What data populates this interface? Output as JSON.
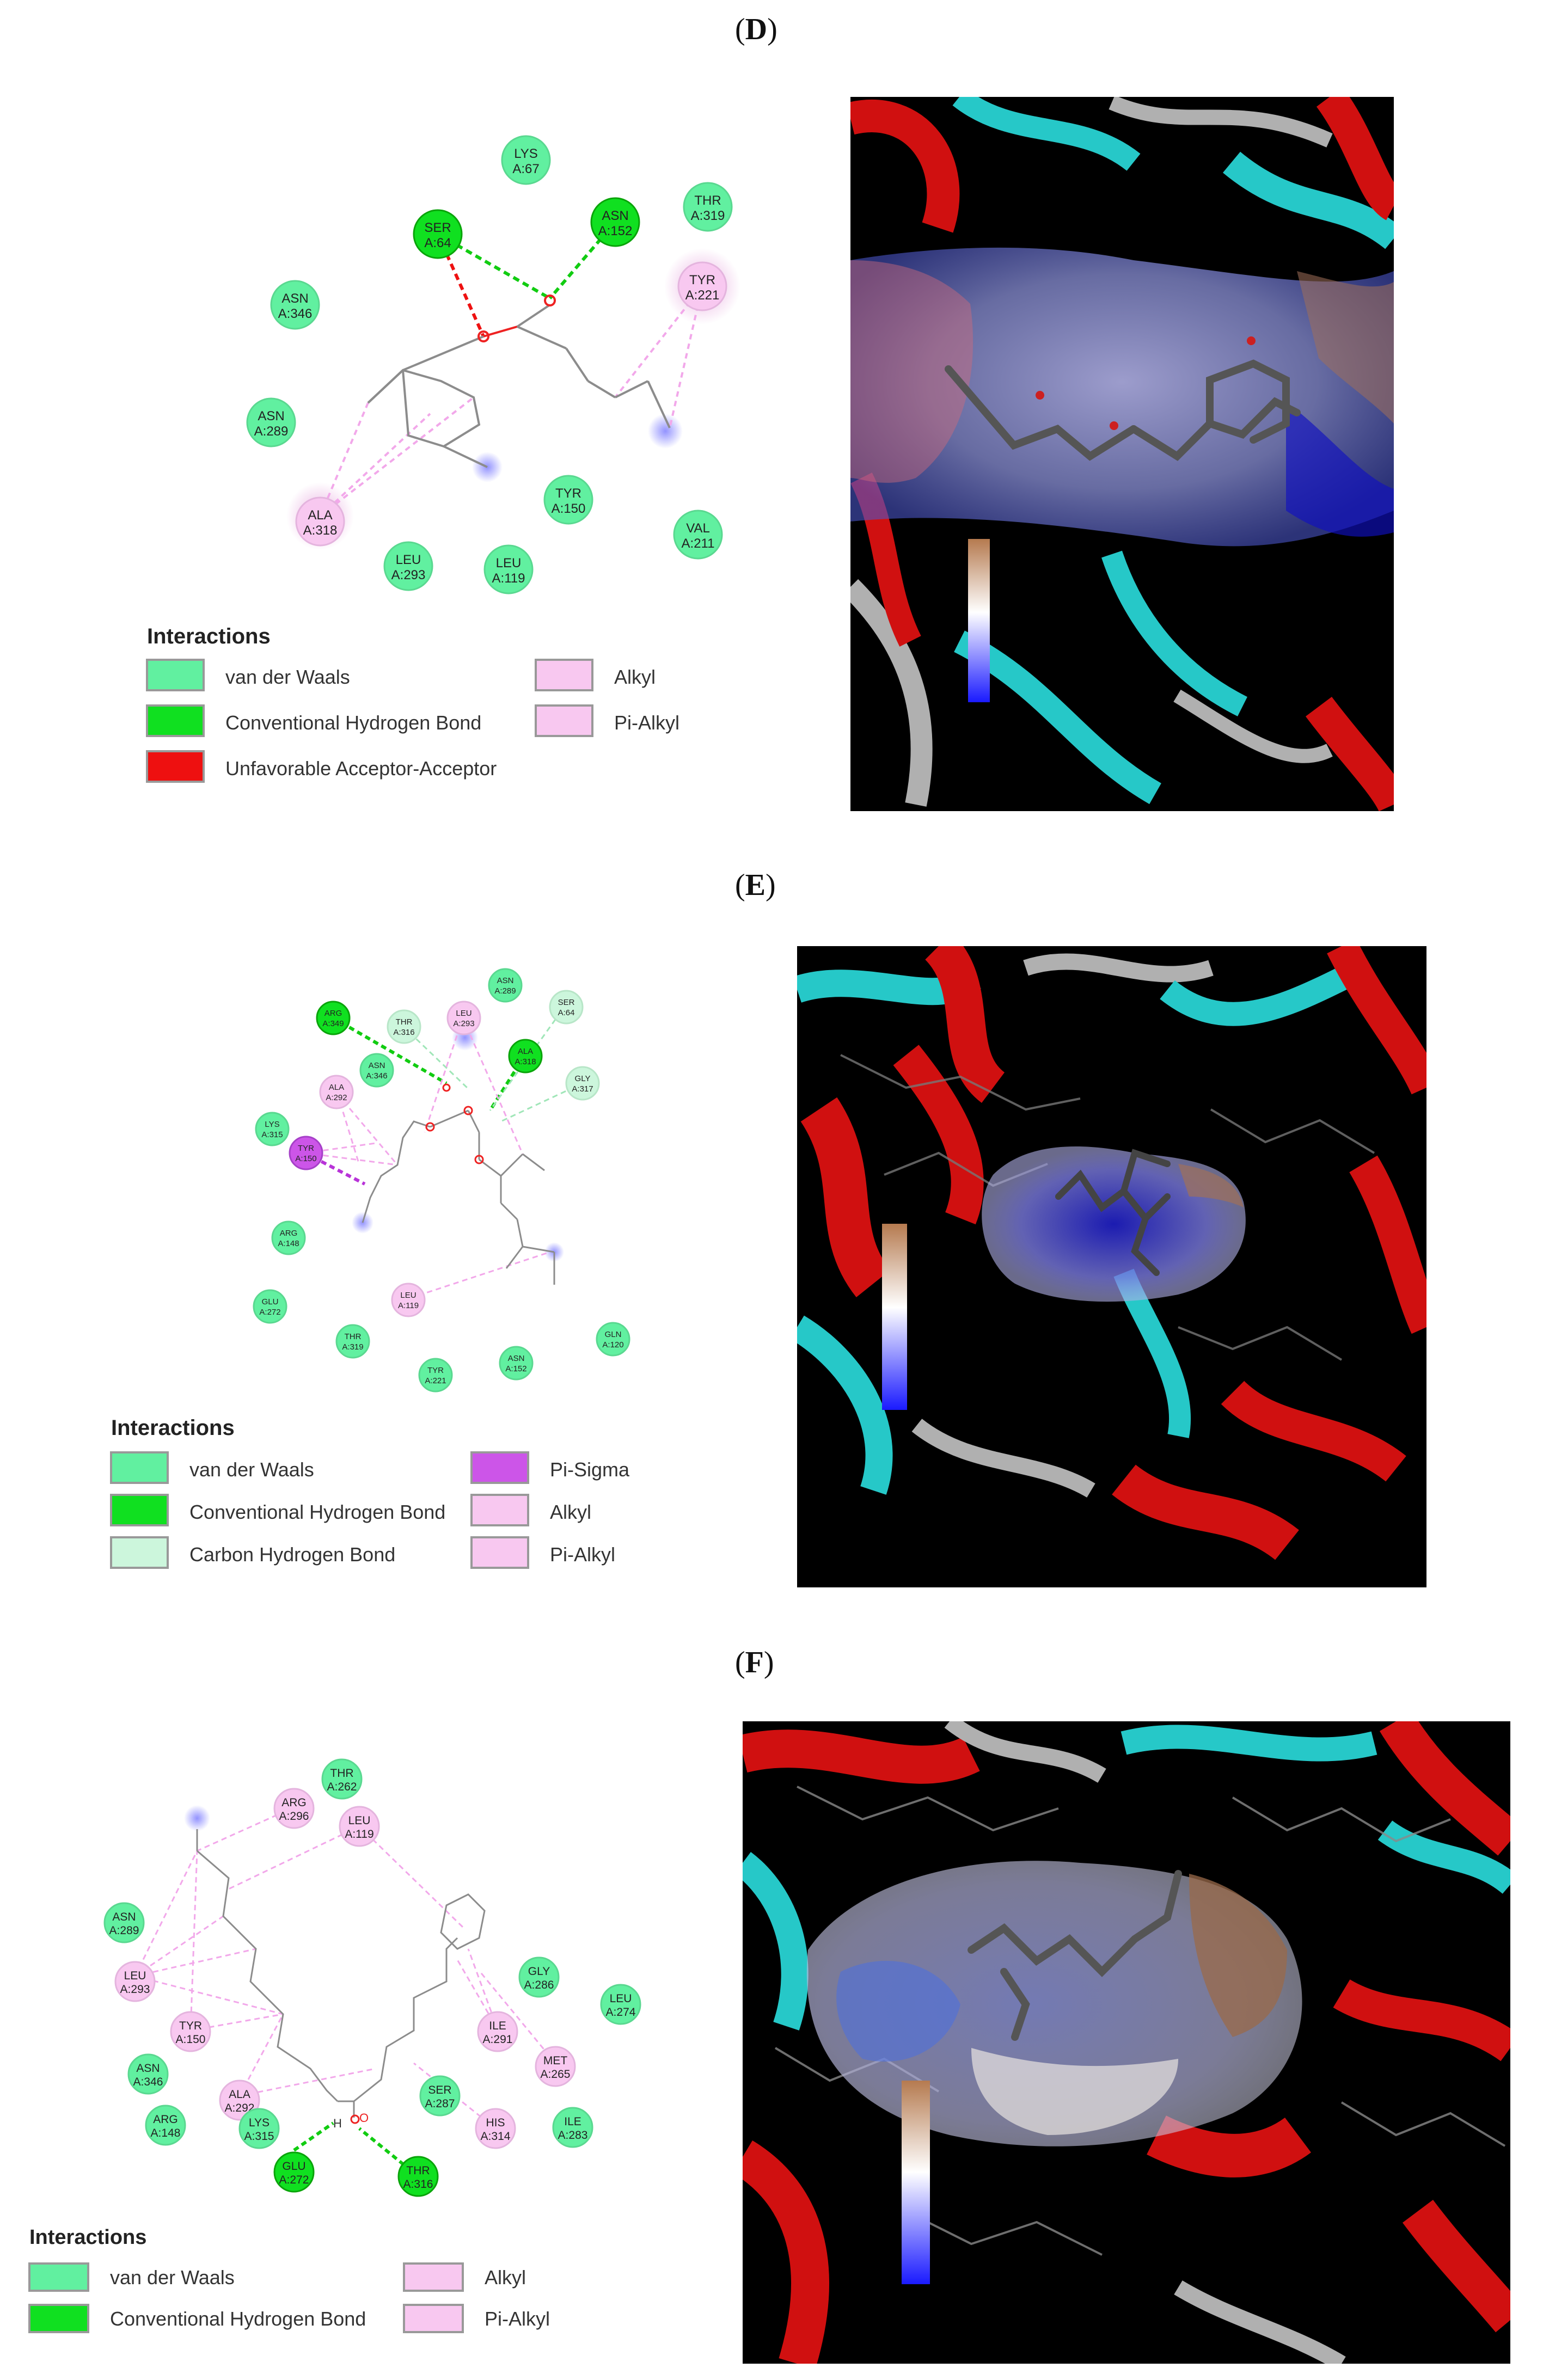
{
  "panels": [
    {
      "label": "D",
      "residues": [
        {
          "name": "LYS",
          "chain": "A:67",
          "type": "vdw"
        },
        {
          "name": "SER",
          "chain": "A:64",
          "type": "hbond"
        },
        {
          "name": "ASN",
          "chain": "A:152",
          "type": "hbond"
        },
        {
          "name": "THR",
          "chain": "A:319",
          "type": "vdw"
        },
        {
          "name": "TYR",
          "chain": "A:221",
          "type": "alkyl"
        },
        {
          "name": "ASN",
          "chain": "A:346",
          "type": "vdw"
        },
        {
          "name": "ASN",
          "chain": "A:289",
          "type": "vdw"
        },
        {
          "name": "TYR",
          "chain": "A:150",
          "type": "vdw"
        },
        {
          "name": "VAL",
          "chain": "A:211",
          "type": "vdw"
        },
        {
          "name": "ALA",
          "chain": "A:318",
          "type": "alkyl"
        },
        {
          "name": "LEU",
          "chain": "A:293",
          "type": "vdw"
        },
        {
          "name": "LEU",
          "chain": "A:119",
          "type": "vdw"
        }
      ],
      "legend_title": "Interactions",
      "legend": [
        {
          "label": "van der Waals",
          "type": "vdw"
        },
        {
          "label": "Conventional Hydrogen Bond",
          "type": "hbond"
        },
        {
          "label": "Unfavorable Acceptor-Acceptor",
          "type": "unfav"
        },
        {
          "label": "Alkyl",
          "type": "alkyl"
        },
        {
          "label": "Pi-Alkyl",
          "type": "alkyl"
        }
      ]
    },
    {
      "label": "E",
      "residues": [
        {
          "name": "ARG",
          "chain": "A:349",
          "type": "hbond"
        },
        {
          "name": "THR",
          "chain": "A:316",
          "type": "carbon"
        },
        {
          "name": "LEU",
          "chain": "A:293",
          "type": "alkyl"
        },
        {
          "name": "ASN",
          "chain": "A:289",
          "type": "vdw"
        },
        {
          "name": "SER",
          "chain": "A:64",
          "type": "carbon"
        },
        {
          "name": "ALA",
          "chain": "A:318",
          "type": "hbond"
        },
        {
          "name": "ASN",
          "chain": "A:346",
          "type": "vdw"
        },
        {
          "name": "GLY",
          "chain": "A:317",
          "type": "carbon"
        },
        {
          "name": "ALA",
          "chain": "A:292",
          "type": "alkyl"
        },
        {
          "name": "LYS",
          "chain": "A:315",
          "type": "vdw"
        },
        {
          "name": "TYR",
          "chain": "A:150",
          "type": "pisigma"
        },
        {
          "name": "ARG",
          "chain": "A:148",
          "type": "vdw"
        },
        {
          "name": "GLU",
          "chain": "A:272",
          "type": "vdw"
        },
        {
          "name": "LEU",
          "chain": "A:119",
          "type": "alkyl"
        },
        {
          "name": "THR",
          "chain": "A:319",
          "type": "vdw"
        },
        {
          "name": "TYR",
          "chain": "A:221",
          "type": "vdw"
        },
        {
          "name": "ASN",
          "chain": "A:152",
          "type": "vdw"
        },
        {
          "name": "GLN",
          "chain": "A:120",
          "type": "vdw"
        }
      ],
      "legend_title": "Interactions",
      "legend": [
        {
          "label": "van der Waals",
          "type": "vdw"
        },
        {
          "label": "Conventional Hydrogen Bond",
          "type": "hbond"
        },
        {
          "label": "Carbon Hydrogen Bond",
          "type": "carbon"
        },
        {
          "label": "Pi-Sigma",
          "type": "pisigma"
        },
        {
          "label": "Alkyl",
          "type": "alkyl"
        },
        {
          "label": "Pi-Alkyl",
          "type": "alkyl"
        }
      ]
    },
    {
      "label": "F",
      "residues": [
        {
          "name": "THR",
          "chain": "A:262",
          "type": "vdw"
        },
        {
          "name": "ARG",
          "chain": "A:296",
          "type": "alkyl"
        },
        {
          "name": "LEU",
          "chain": "A:119",
          "type": "alkyl"
        },
        {
          "name": "ASN",
          "chain": "A:289",
          "type": "vdw"
        },
        {
          "name": "GLY",
          "chain": "A:286",
          "type": "vdw"
        },
        {
          "name": "LEU",
          "chain": "A:274",
          "type": "vdw"
        },
        {
          "name": "LEU",
          "chain": "A:293",
          "type": "alkyl"
        },
        {
          "name": "TYR",
          "chain": "A:150",
          "type": "alkyl"
        },
        {
          "name": "ILE",
          "chain": "A:291",
          "type": "alkyl"
        },
        {
          "name": "MET",
          "chain": "A:265",
          "type": "alkyl"
        },
        {
          "name": "ASN",
          "chain": "A:346",
          "type": "vdw"
        },
        {
          "name": "ALA",
          "chain": "A:292",
          "type": "alkyl"
        },
        {
          "name": "SER",
          "chain": "A:287",
          "type": "vdw"
        },
        {
          "name": "ARG",
          "chain": "A:148",
          "type": "vdw"
        },
        {
          "name": "LYS",
          "chain": "A:315",
          "type": "vdw"
        },
        {
          "name": "HIS",
          "chain": "A:314",
          "type": "alkyl"
        },
        {
          "name": "ILE",
          "chain": "A:283",
          "type": "vdw"
        },
        {
          "name": "GLU",
          "chain": "A:272",
          "type": "hbond"
        },
        {
          "name": "THR",
          "chain": "A:316",
          "type": "hbond"
        }
      ],
      "atom_labels": [
        "H",
        "O"
      ],
      "legend_title": "Interactions",
      "legend": [
        {
          "label": "van der Waals",
          "type": "vdw"
        },
        {
          "label": "Conventional Hydrogen Bond",
          "type": "hbond"
        },
        {
          "label": "Alkyl",
          "type": "alkyl"
        },
        {
          "label": "Pi-Alkyl",
          "type": "alkyl"
        }
      ]
    }
  ],
  "colors": {
    "vdw": "#61f0a0",
    "hbond": "#10e020",
    "unfav": "#ee1010",
    "alkyl": "#f8c8f0",
    "carbon": "#ccf6dc",
    "pisigma": "#cc55e8",
    "hbond_line": "#11cc11",
    "alkyl_line": "#f2a8ea",
    "pisigma_line": "#b833d8",
    "carbon_line": "#a0e6b8",
    "unfav_line": "#ee1111",
    "bond": "#8c8c8c",
    "oxygen": "#ee2222"
  }
}
